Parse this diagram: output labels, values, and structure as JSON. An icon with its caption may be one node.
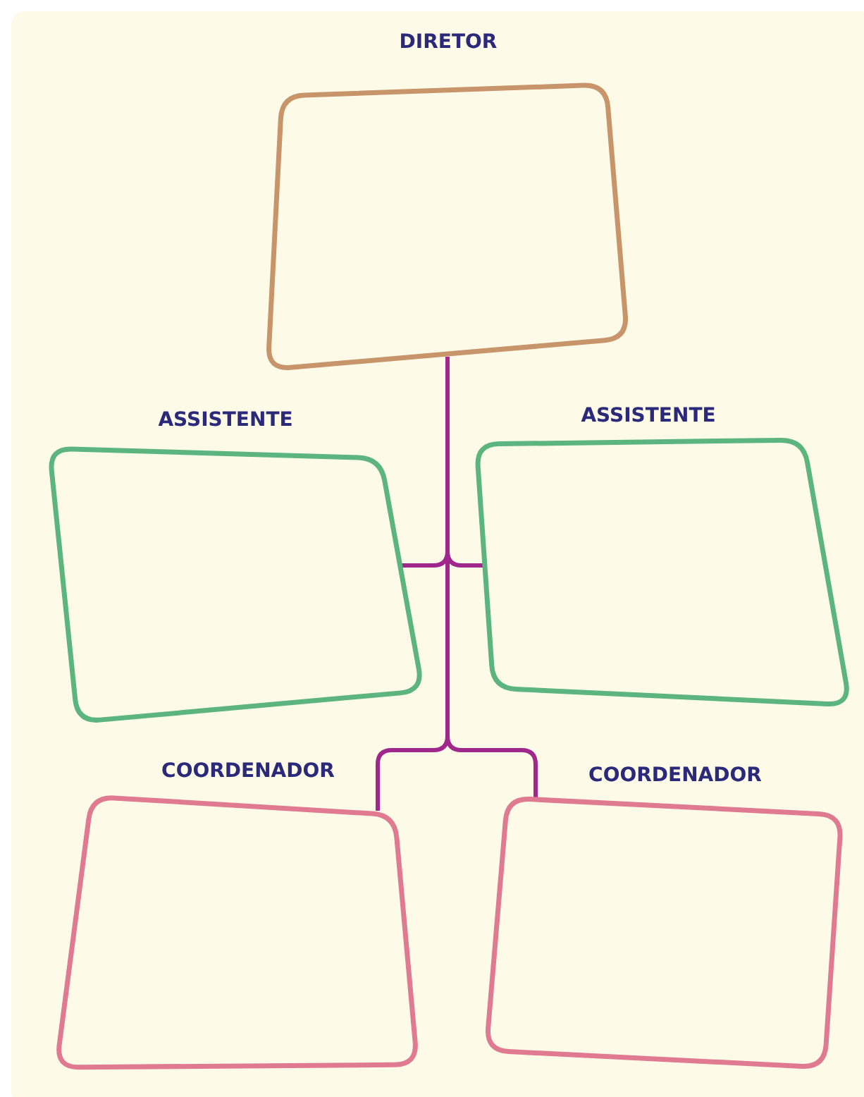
{
  "diagram": {
    "nodes": [
      {
        "text": [
          "DIRETOR"
        ]
      },
      {
        "text": [
          "ASSISTENTE"
        ]
      },
      {
        "text": [
          "ASSISTENTE"
        ]
      },
      {
        "text": [
          "COORDENADOR"
        ]
      },
      {
        "text": [
          "COORDENADOR"
        ]
      }
    ],
    "edges": [
      {
        "from": 0,
        "to": 1,
        "arrow": "none"
      },
      {
        "from": 0,
        "to": 2,
        "arrow": "none"
      },
      {
        "from": 0,
        "to": 3,
        "arrow": "none"
      },
      {
        "from": 0,
        "to": 4,
        "arrow": "none"
      }
    ]
  }
}
